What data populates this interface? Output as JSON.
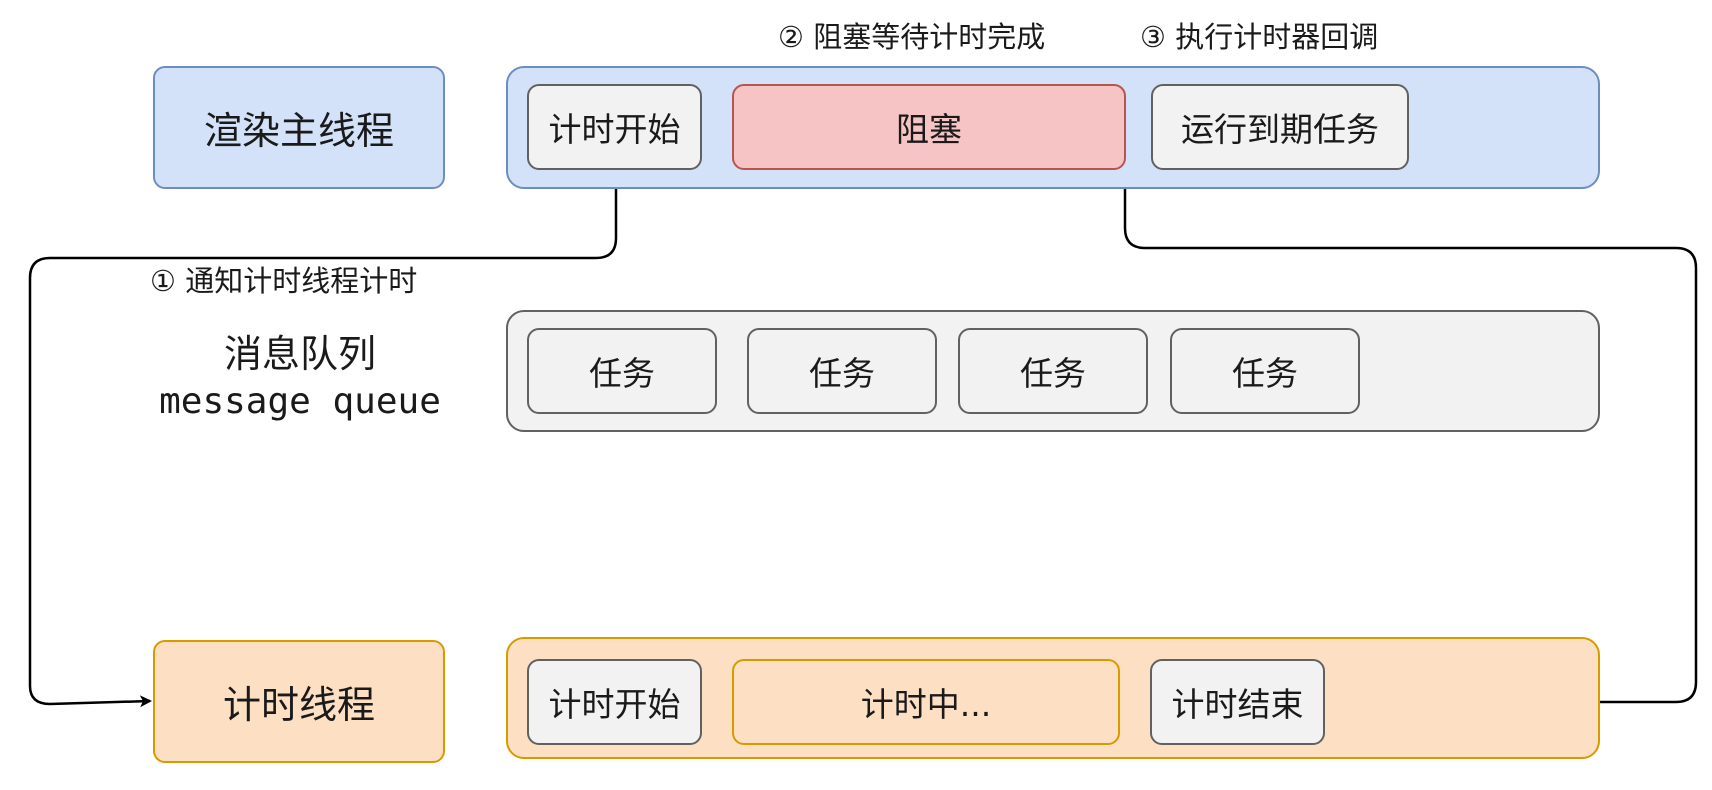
{
  "threads": {
    "render": "渲染主线程",
    "timer": "计时线程"
  },
  "queue": {
    "title": "消息队列",
    "subtitle": "message queue",
    "tasks": [
      "任务",
      "任务",
      "任务",
      "任务"
    ]
  },
  "render_lane": {
    "start": "计时开始",
    "block": "阻塞",
    "run": "运行到期任务"
  },
  "timer_lane": {
    "start": "计时开始",
    "running": "计时中...",
    "end": "计时结束"
  },
  "steps": {
    "step1": "① 通知计时线程计时",
    "step2": "② 阻塞等待计时完成",
    "step3": "③ 执行计时器回调"
  },
  "colors": {
    "blue_fill": "#d4e2f9",
    "blue_stroke": "#6c8ebf",
    "orange_fill": "#fde0c3",
    "orange_stroke": "#d79b00",
    "grey_fill": "#f2f2f2",
    "red_fill": "#f6c4c4",
    "red_stroke": "#b85450"
  }
}
